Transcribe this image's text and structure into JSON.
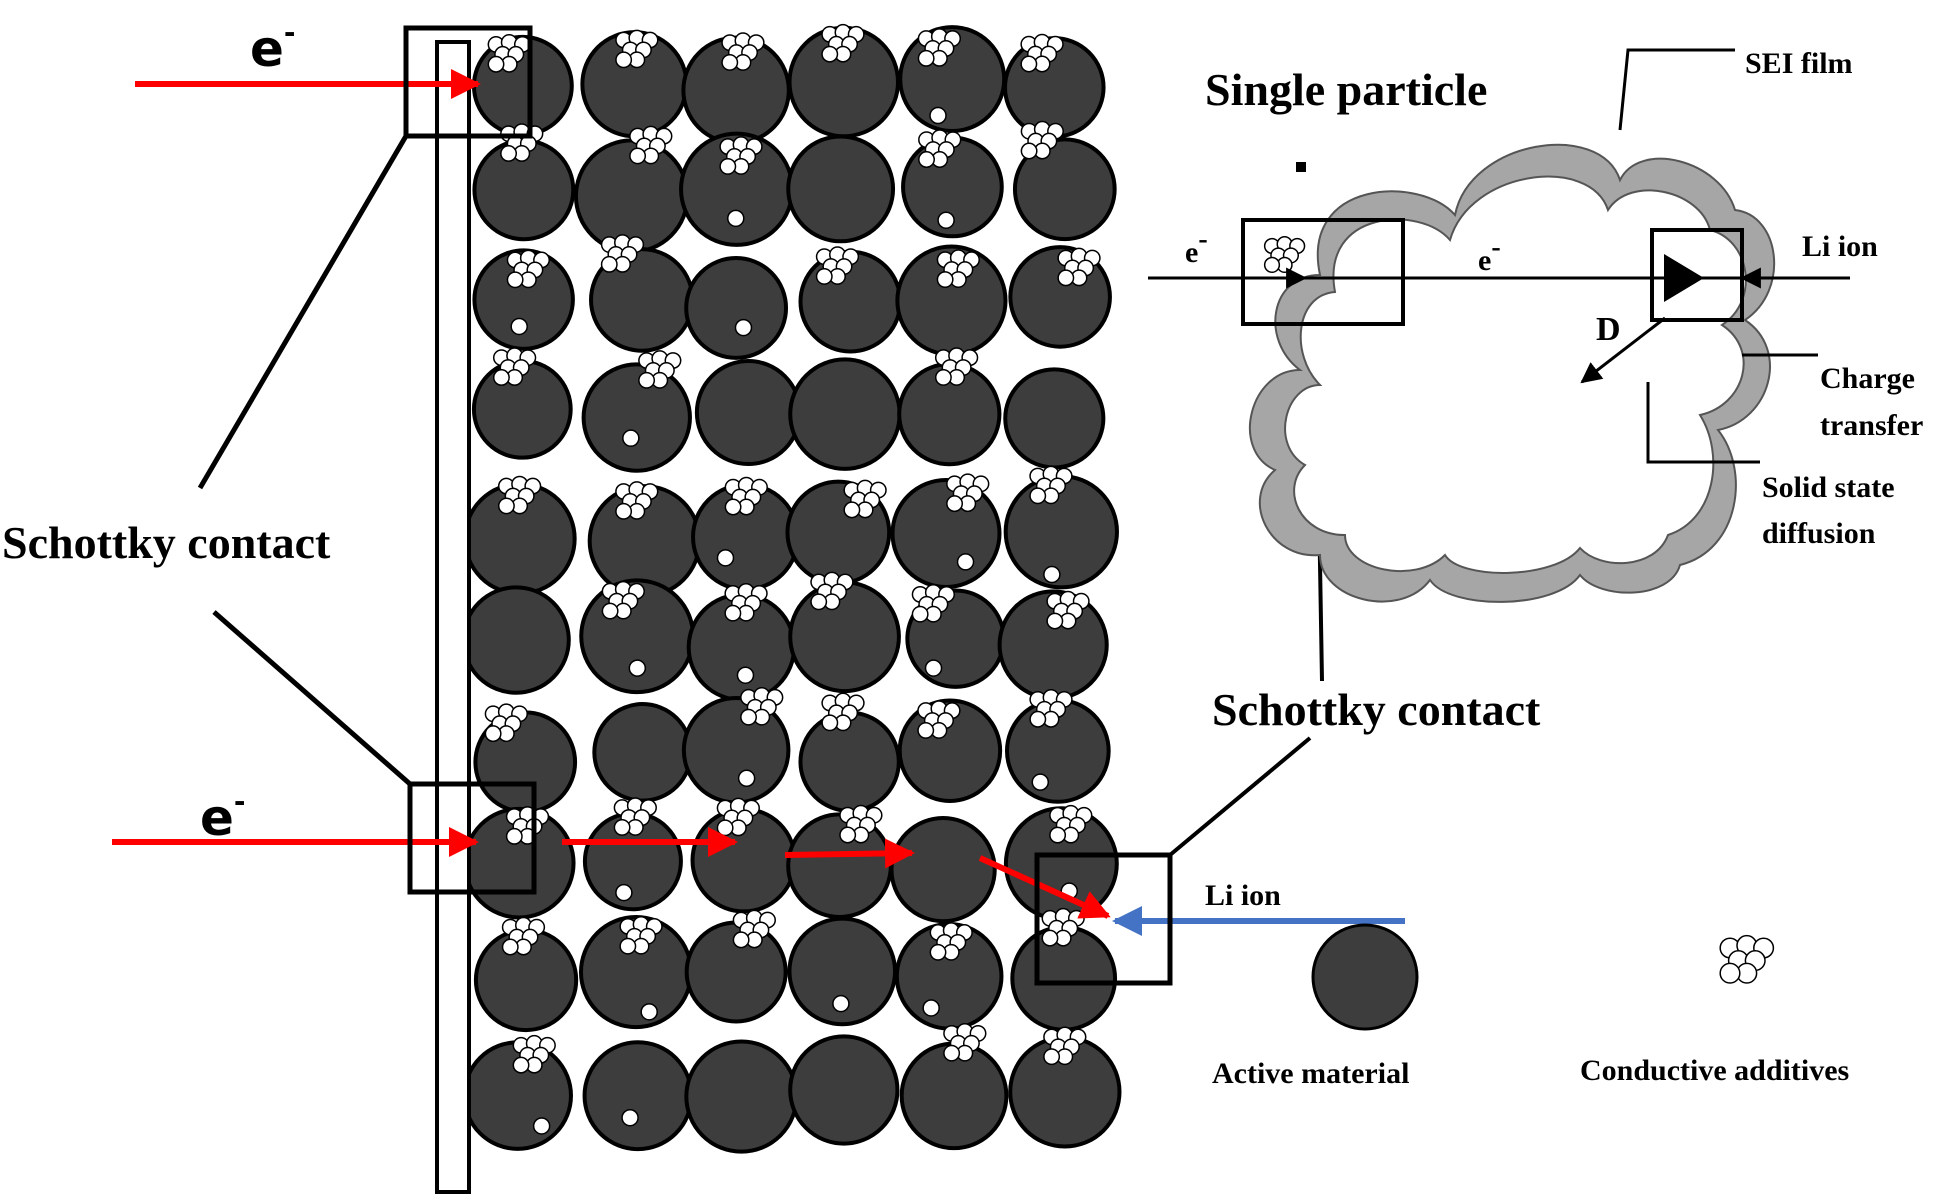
{
  "labels": {
    "electron": "e",
    "electron_sup": "-",
    "schottky_left": "Schottky contact",
    "schottky_right": "Schottky contact",
    "single_particle": "Single particle",
    "sei_film": "SEI film",
    "li_ion_particle": "Li ion",
    "charge_transfer_1": "Charge",
    "charge_transfer_2": "transfer",
    "solid_state_1": "Solid state",
    "solid_state_2": "diffusion",
    "diffusion_symbol": "D",
    "li_ion_electrode": "Li ion",
    "legend_active": "Active material",
    "legend_conductive": "Conductive additives"
  },
  "colors": {
    "particle": "#3d3d3d",
    "sei": "#a6a6a6",
    "electron_arrow": "#ff0000",
    "li_arrow": "#4472c4",
    "line": "#000000"
  }
}
